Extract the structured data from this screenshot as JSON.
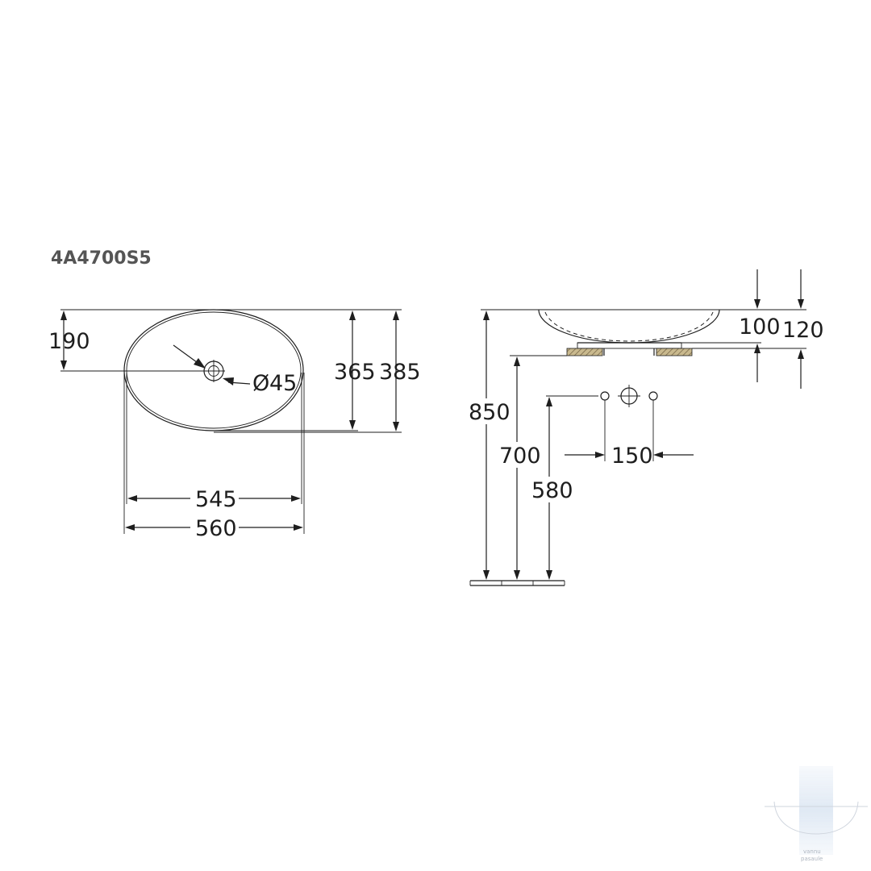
{
  "product_code": "4A4700S5",
  "top_view": {
    "drain_offset": "190",
    "drain_diameter": "45",
    "inner_depth": "365",
    "outer_depth": "385",
    "inner_width": "545",
    "outer_width": "560"
  },
  "side_view": {
    "basin_height": "100",
    "basin_total_height": "120",
    "counter_height": "850",
    "counter_bottom_height": "700",
    "tap_height": "580",
    "tap_spacing": "150"
  },
  "watermark": {
    "line1": "vannu",
    "line2": "pasaule"
  },
  "colors": {
    "line": "#1e1e1e",
    "code": "#555555",
    "hatch": "#7a6a4a",
    "watermark": "#b8cde6"
  }
}
